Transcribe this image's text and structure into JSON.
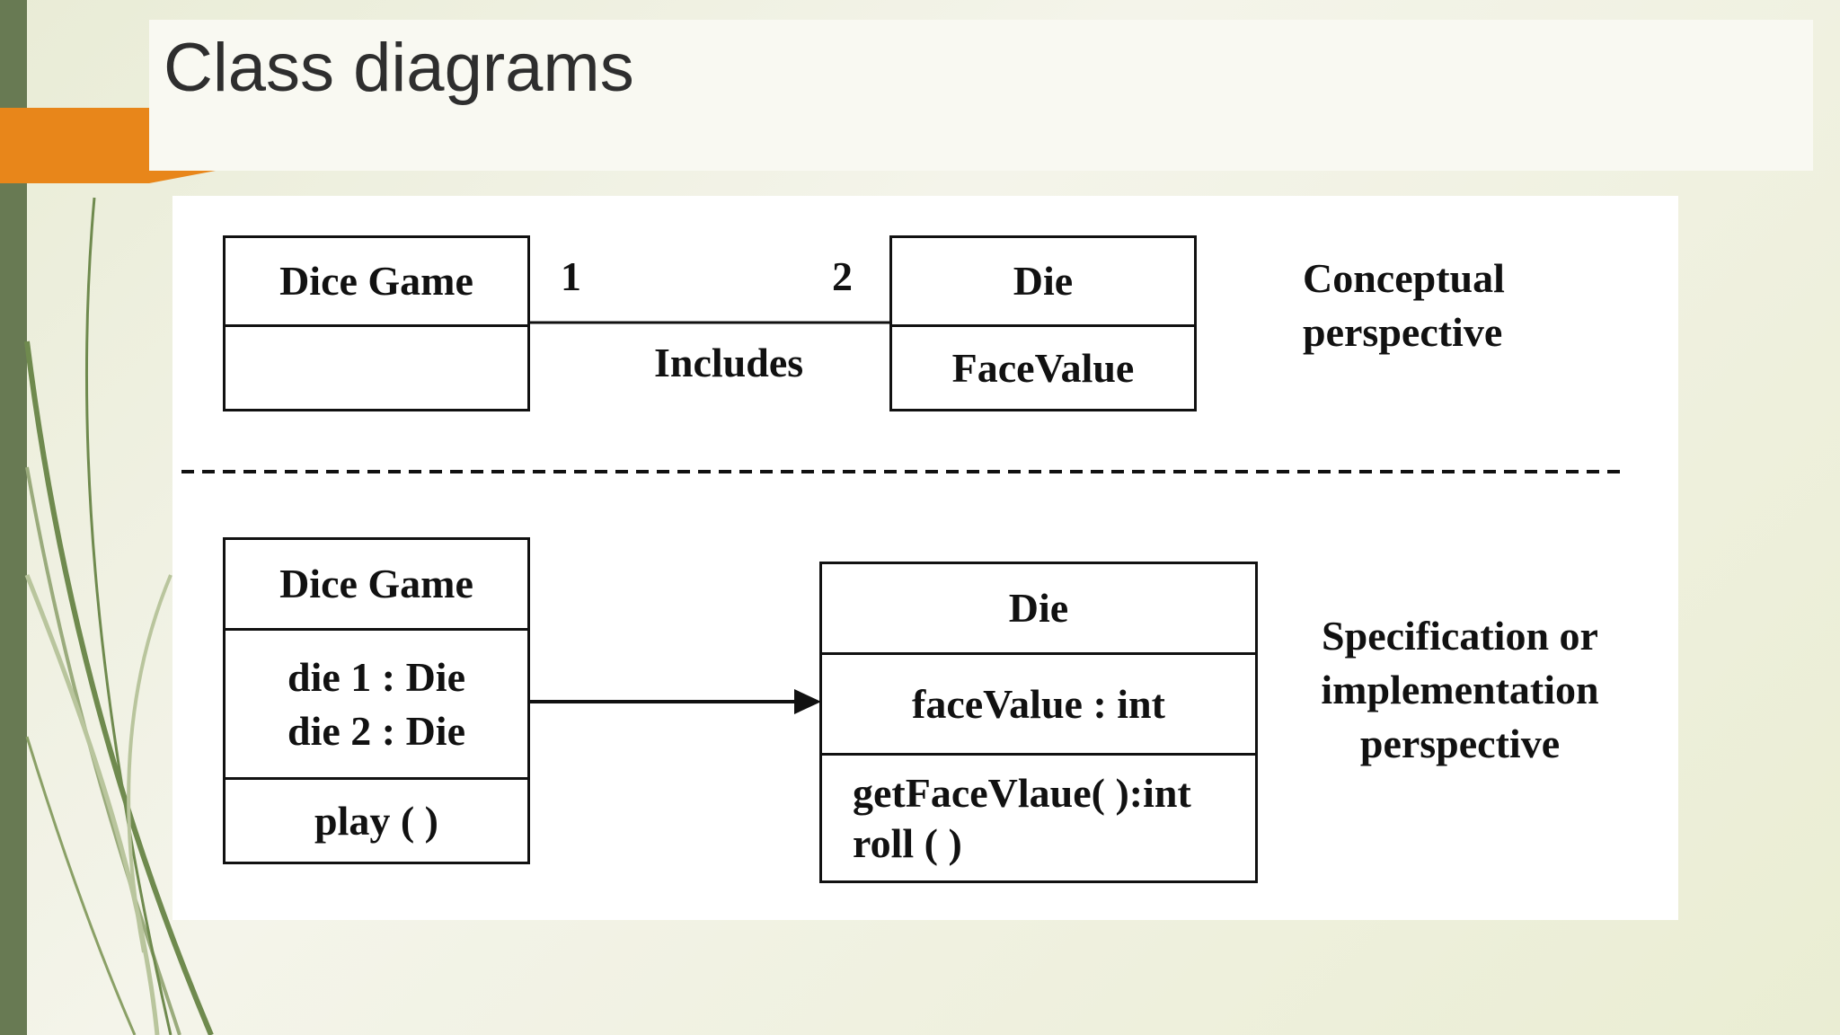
{
  "slide": {
    "title": "Class diagrams"
  },
  "conceptual": {
    "class_a": {
      "name": "Dice Game"
    },
    "class_b": {
      "name": "Die",
      "attribute": "FaceValue"
    },
    "association": {
      "name": "Includes",
      "mult_a": "1",
      "mult_b": "2"
    },
    "perspective_label_line1": "Conceptual",
    "perspective_label_line2": "perspective"
  },
  "specification": {
    "class_a": {
      "name": "Dice Game",
      "attr1": "die 1 : Die",
      "attr2": "die 2 : Die",
      "method1": "play ( )"
    },
    "class_b": {
      "name": "Die",
      "attr1": "faceValue : int",
      "method1": "getFaceVlaue( ):int",
      "method2": "roll ( )"
    },
    "perspective_label_line1": "Specification or",
    "perspective_label_line2": "implementation",
    "perspective_label_line3": "perspective"
  },
  "colors": {
    "accent": "#e8861a",
    "sidebar": "#687a53",
    "line": "#111111"
  }
}
